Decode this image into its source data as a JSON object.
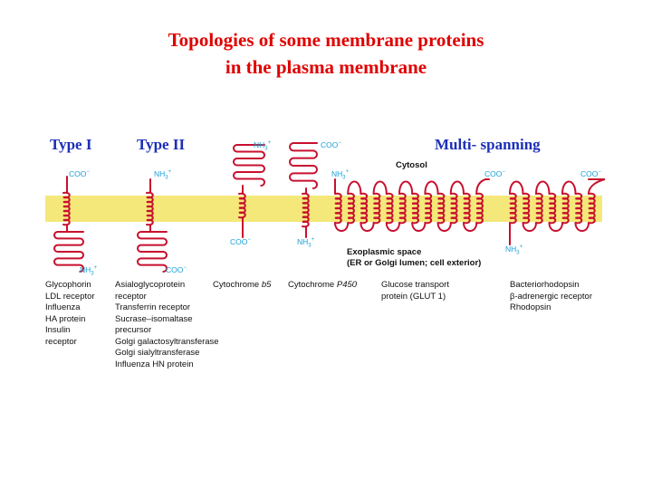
{
  "title": {
    "line1": "Topologies of some membrane proteins",
    "line2": "in the plasma membrane"
  },
  "type_labels": {
    "type1": "Type I",
    "type2": "Type II",
    "multi": "Multi- spanning"
  },
  "region_labels": {
    "cytosol": "Cytosol",
    "exoplasmic_line1": "Exoplasmic space",
    "exoplasmic_line2": "(ER or Golgi lumen; cell exterior)"
  },
  "termini": {
    "coo": "COO",
    "coo_sup": "−",
    "nh": "NH",
    "nh_sub": "3",
    "nh_sup": "+"
  },
  "colors": {
    "membrane": "#f5e87a",
    "protein": "#c8102e",
    "title": "#e00000",
    "type_label": "#1c2fb8",
    "terminus": "#1aa0d8"
  },
  "protein_names": {
    "col1": [
      "Glycophorin",
      "LDL receptor",
      "Influenza",
      "HA protein",
      "Insulin",
      "receptor"
    ],
    "col2": [
      "Asialoglycoprotein",
      "receptor",
      "Transferrin receptor",
      "Sucrase–isomaltase",
      "precursor",
      "Golgi galactosyltransferase",
      "Golgi sialyltransferase",
      "Influenza HN protein"
    ],
    "col3_main": "Cytochrome ",
    "col3_sub": "b5",
    "col4_main": "Cytochrome ",
    "col4_sub": "P450",
    "col5": [
      "Glucose transport",
      "protein (GLUT 1)"
    ],
    "col6": [
      "Bacteriorhodopsin",
      "β-adrenergic receptor",
      "Rhodopsin"
    ]
  }
}
